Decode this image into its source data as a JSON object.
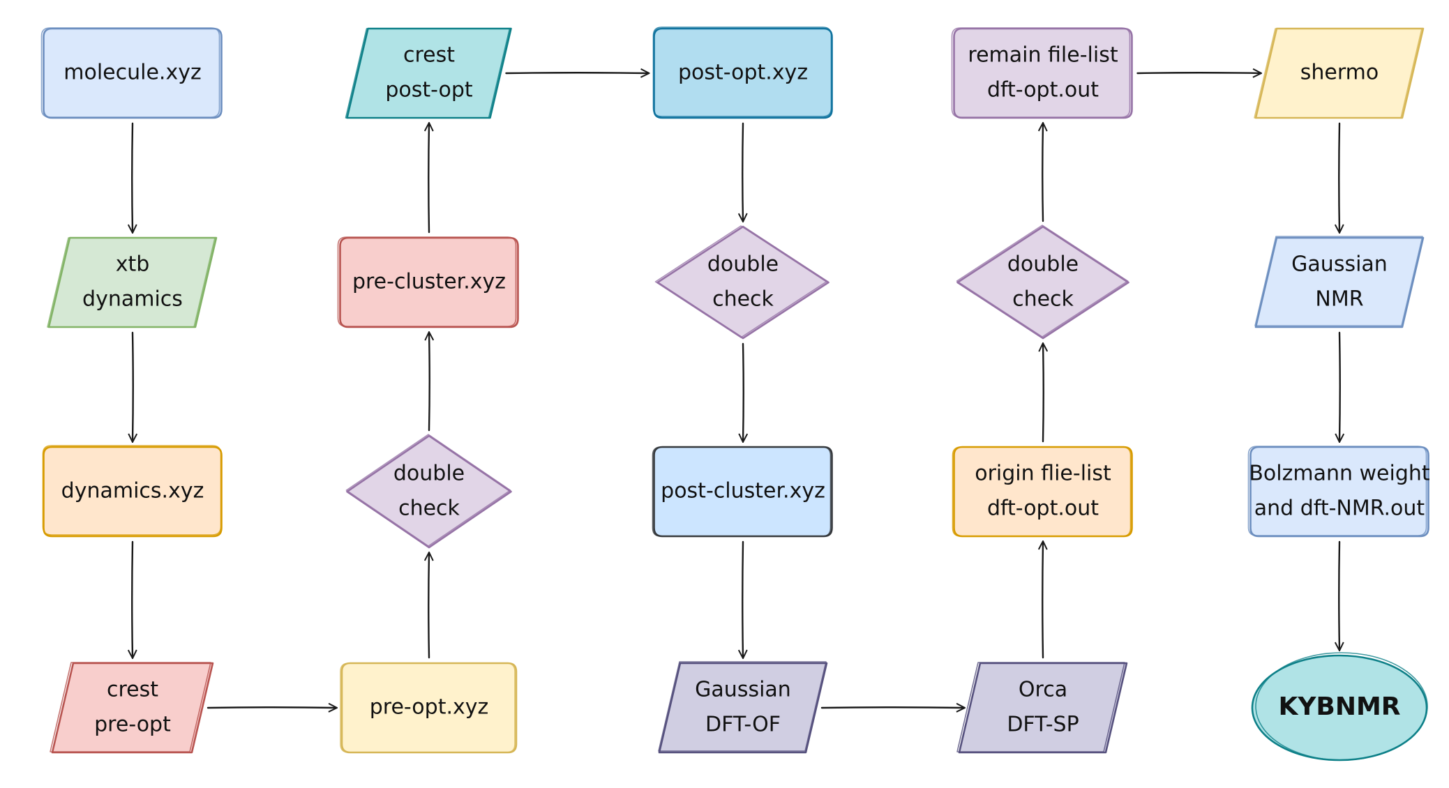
{
  "colors": {
    "blue": {
      "fill": "#dae8fc",
      "stroke": "#6c8ebf"
    },
    "green": {
      "fill": "#d5e8d4",
      "stroke": "#82b366"
    },
    "orange": {
      "fill": "#ffe6cc",
      "stroke": "#d79b00"
    },
    "red": {
      "fill": "#f8cecc",
      "stroke": "#b85450"
    },
    "yellow": {
      "fill": "#fff2cc",
      "stroke": "#d6b656"
    },
    "purple": {
      "fill": "#e1d5e7",
      "stroke": "#9673a6"
    },
    "teal": {
      "fill": "#b0e3e6",
      "stroke": "#0e8088"
    },
    "skyblue": {
      "fill": "#b1ddf0",
      "stroke": "#10739e"
    },
    "lightblue": {
      "fill": "#cce5ff",
      "stroke": "#36393d"
    },
    "lavender": {
      "fill": "#d0cee2",
      "stroke": "#56517e"
    },
    "ellipse_teal": {
      "fill": "#b0e3e6",
      "stroke": "#0e8088"
    }
  },
  "nodes": [
    {
      "id": "molecule",
      "shape": "rect",
      "color": "blue",
      "lines": [
        "molecule.xyz"
      ]
    },
    {
      "id": "xtb",
      "shape": "parallelogram",
      "color": "green",
      "lines": [
        "xtb",
        "dynamics"
      ]
    },
    {
      "id": "dynamics",
      "shape": "rect",
      "color": "orange",
      "lines": [
        "dynamics.xyz"
      ]
    },
    {
      "id": "crest_pre",
      "shape": "parallelogram",
      "color": "red",
      "lines": [
        "crest",
        "pre-opt"
      ]
    },
    {
      "id": "pre_opt",
      "shape": "rect",
      "color": "yellow",
      "lines": [
        "pre-opt.xyz"
      ]
    },
    {
      "id": "check1",
      "shape": "diamond",
      "color": "purple",
      "lines": [
        "double",
        "check"
      ]
    },
    {
      "id": "pre_cluster",
      "shape": "rect",
      "color": "red",
      "lines": [
        "pre-cluster.xyz"
      ]
    },
    {
      "id": "crest_post",
      "shape": "parallelogram",
      "color": "teal",
      "lines": [
        "crest",
        "post-opt"
      ]
    },
    {
      "id": "post_opt",
      "shape": "rect",
      "color": "skyblue",
      "lines": [
        "post-opt.xyz"
      ]
    },
    {
      "id": "check2",
      "shape": "diamond",
      "color": "purple",
      "lines": [
        "double",
        "check"
      ]
    },
    {
      "id": "post_cluster",
      "shape": "rect",
      "color": "lightblue",
      "lines": [
        "post-cluster.xyz"
      ]
    },
    {
      "id": "gaussian_dft",
      "shape": "parallelogram",
      "color": "lavender",
      "lines": [
        "Gaussian",
        "DFT-OF"
      ]
    },
    {
      "id": "orca",
      "shape": "parallelogram",
      "color": "lavender",
      "lines": [
        "Orca",
        "DFT-SP"
      ]
    },
    {
      "id": "origin",
      "shape": "rect",
      "color": "orange",
      "lines": [
        "origin flie-list",
        "dft-opt.out"
      ]
    },
    {
      "id": "check3",
      "shape": "diamond",
      "color": "purple",
      "lines": [
        "double",
        "check"
      ]
    },
    {
      "id": "remain",
      "shape": "rect",
      "color": "purple",
      "lines": [
        "remain file-list",
        "dft-opt.out"
      ]
    },
    {
      "id": "shermo",
      "shape": "parallelogram",
      "color": "yellow",
      "lines": [
        "shermo"
      ]
    },
    {
      "id": "gaussian_nmr",
      "shape": "parallelogram",
      "color": "blue",
      "lines": [
        "Gaussian",
        "NMR"
      ]
    },
    {
      "id": "bolzmann",
      "shape": "rect",
      "color": "blue",
      "lines": [
        "Bolzmann weight",
        "and dft-NMR.out"
      ]
    },
    {
      "id": "kybnmr",
      "shape": "ellipse",
      "color": "ellipse_teal",
      "lines": [
        "KYBNMR"
      ]
    }
  ],
  "edges": [
    {
      "from": "molecule",
      "to": "xtb"
    },
    {
      "from": "xtb",
      "to": "dynamics"
    },
    {
      "from": "dynamics",
      "to": "crest_pre"
    },
    {
      "from": "crest_pre",
      "to": "pre_opt"
    },
    {
      "from": "pre_opt",
      "to": "check1"
    },
    {
      "from": "check1",
      "to": "pre_cluster"
    },
    {
      "from": "pre_cluster",
      "to": "crest_post"
    },
    {
      "from": "crest_post",
      "to": "post_opt"
    },
    {
      "from": "post_opt",
      "to": "check2"
    },
    {
      "from": "check2",
      "to": "post_cluster"
    },
    {
      "from": "post_cluster",
      "to": "gaussian_dft"
    },
    {
      "from": "gaussian_dft",
      "to": "orca"
    },
    {
      "from": "orca",
      "to": "origin"
    },
    {
      "from": "origin",
      "to": "check3"
    },
    {
      "from": "check3",
      "to": "remain"
    },
    {
      "from": "remain",
      "to": "shermo"
    },
    {
      "from": "shermo",
      "to": "gaussian_nmr"
    },
    {
      "from": "gaussian_nmr",
      "to": "bolzmann"
    },
    {
      "from": "bolzmann",
      "to": "kybnmr"
    }
  ]
}
